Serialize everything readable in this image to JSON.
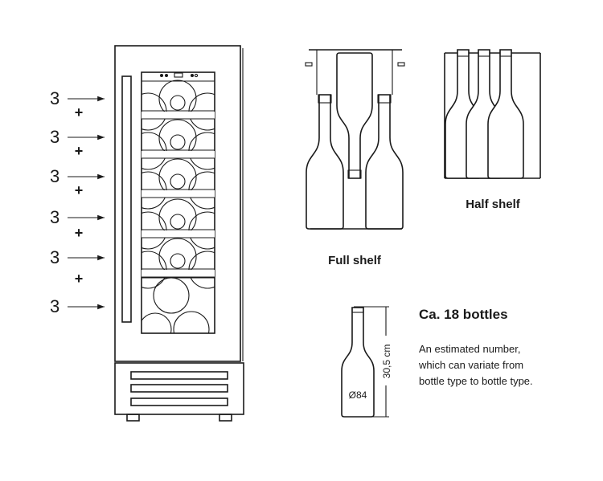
{
  "adjust_labels": {
    "numbers": [
      "3",
      "3",
      "3",
      "3",
      "3",
      "3"
    ],
    "plus": [
      "+",
      "+",
      "+",
      "+",
      "+"
    ]
  },
  "full_shelf": {
    "label": "Full shelf"
  },
  "half_shelf": {
    "label": "Half shelf"
  },
  "capacity": {
    "title": "Ca. 18 bottles",
    "desc_lines": [
      "An estimated number,",
      "which can variate from",
      "bottle type to bottle type."
    ]
  },
  "bottle_dims": {
    "height": "30,5 cm",
    "diameter": "Ø84"
  }
}
